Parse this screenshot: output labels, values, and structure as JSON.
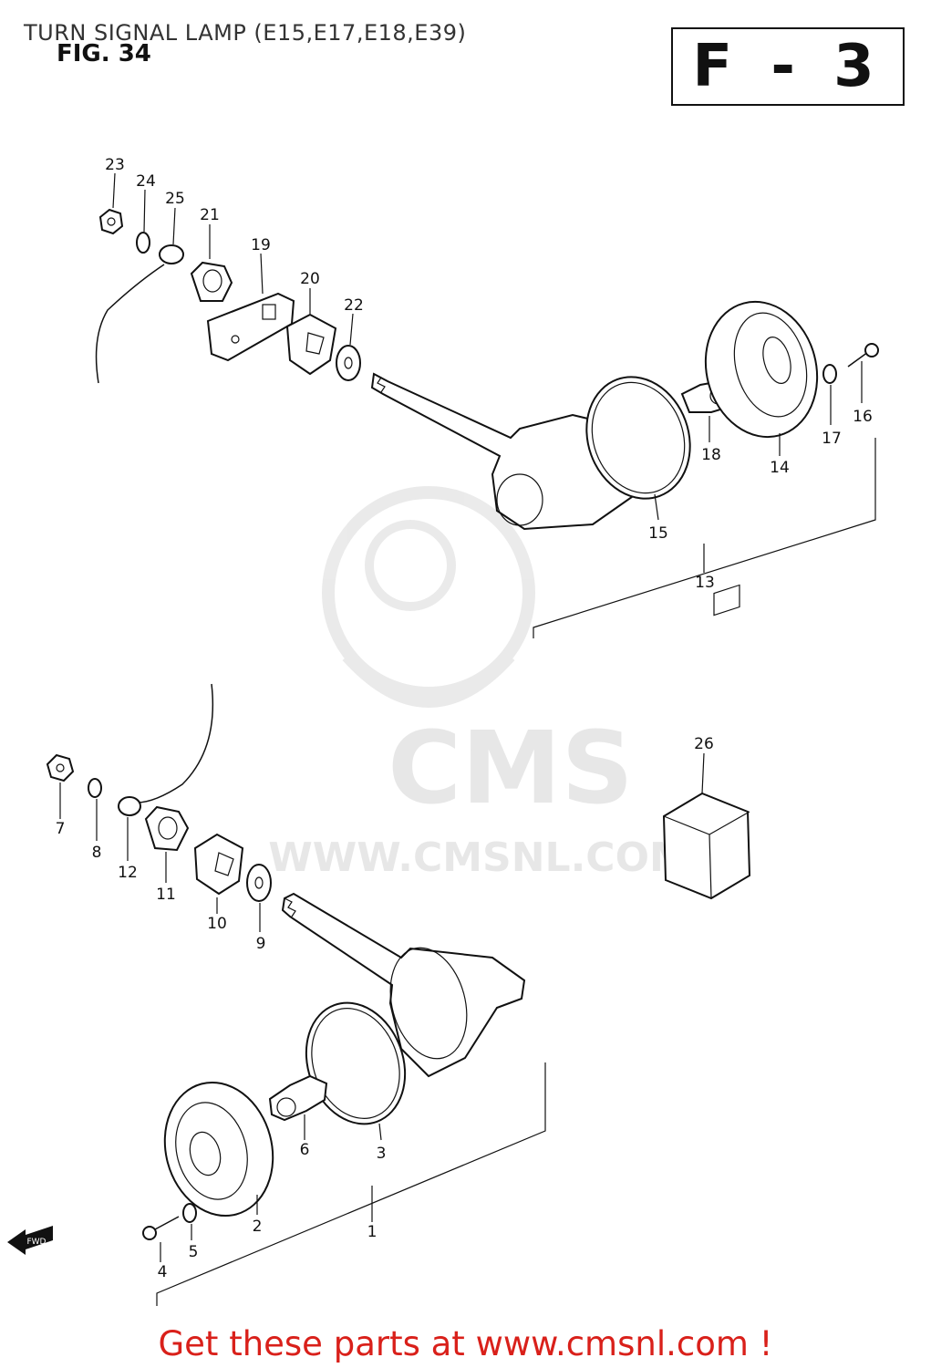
{
  "header": {
    "title": "TURN SIGNAL LAMP (E15,E17,E18,E39)",
    "figure": "FIG. 34",
    "page_code": "F - 3"
  },
  "watermark": {
    "logo_text": "CMS",
    "url_text": "WWW.CMSNL.COM"
  },
  "parts": {
    "p1": "1",
    "p2": "2",
    "p3": "3",
    "p4": "4",
    "p5": "5",
    "p6": "6",
    "p7": "7",
    "p8": "8",
    "p9": "9",
    "p10": "10",
    "p11": "11",
    "p12": "12",
    "p13": "13",
    "p14": "14",
    "p15": "15",
    "p16": "16",
    "p17": "17",
    "p18": "18",
    "p19": "19",
    "p20": "20",
    "p21": "21",
    "p22": "22",
    "p23": "23",
    "p24": "24",
    "p25": "25",
    "p26": "26"
  },
  "direction_label": "FWD",
  "footer": {
    "text": "Get these parts at www.cmsnl.com !"
  }
}
